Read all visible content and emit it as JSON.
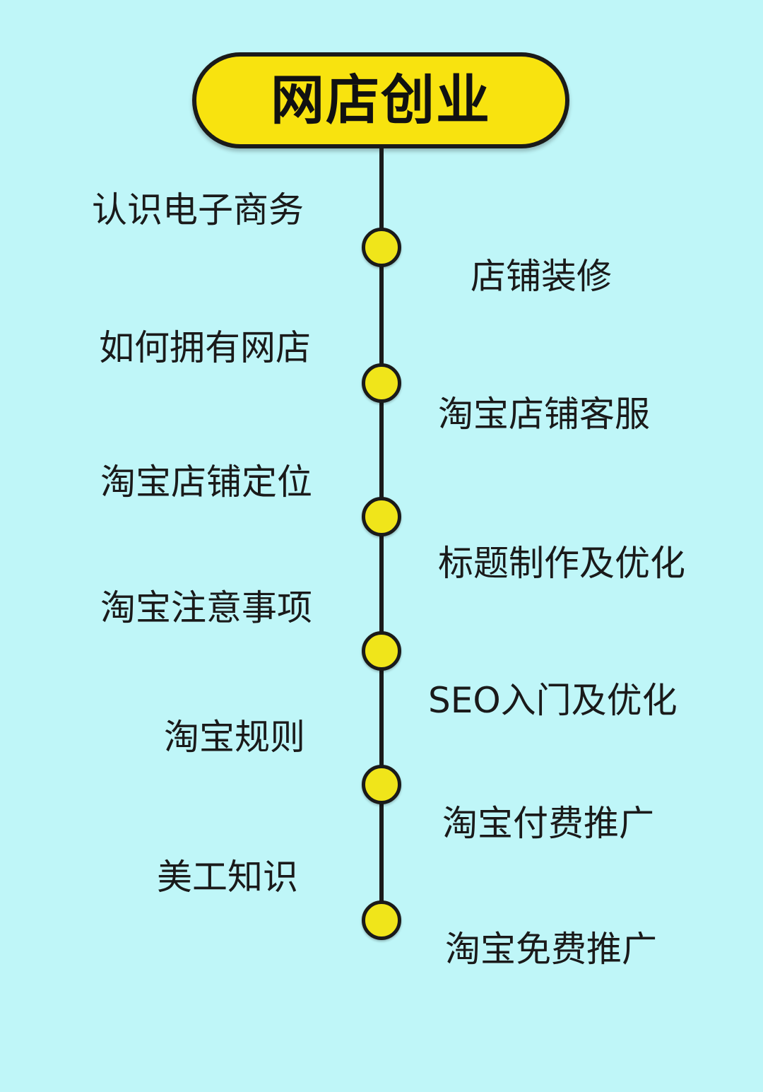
{
  "title": "网店创业",
  "left_items": [
    "认识电子商务",
    "如何拥有网店",
    "淘宝店铺定位",
    "淘宝注意事项",
    "淘宝规则",
    "美工知识"
  ],
  "right_items": [
    "店铺装修",
    "淘宝店铺客服",
    "标题制作及优化",
    "SEO入门及优化",
    "淘宝付费推广",
    "淘宝免费推广"
  ],
  "colors": {
    "background": "#bff6f8",
    "accent_yellow": "#f8e30f",
    "node_yellow": "#f0e51a",
    "line": "#1a1a1a"
  }
}
